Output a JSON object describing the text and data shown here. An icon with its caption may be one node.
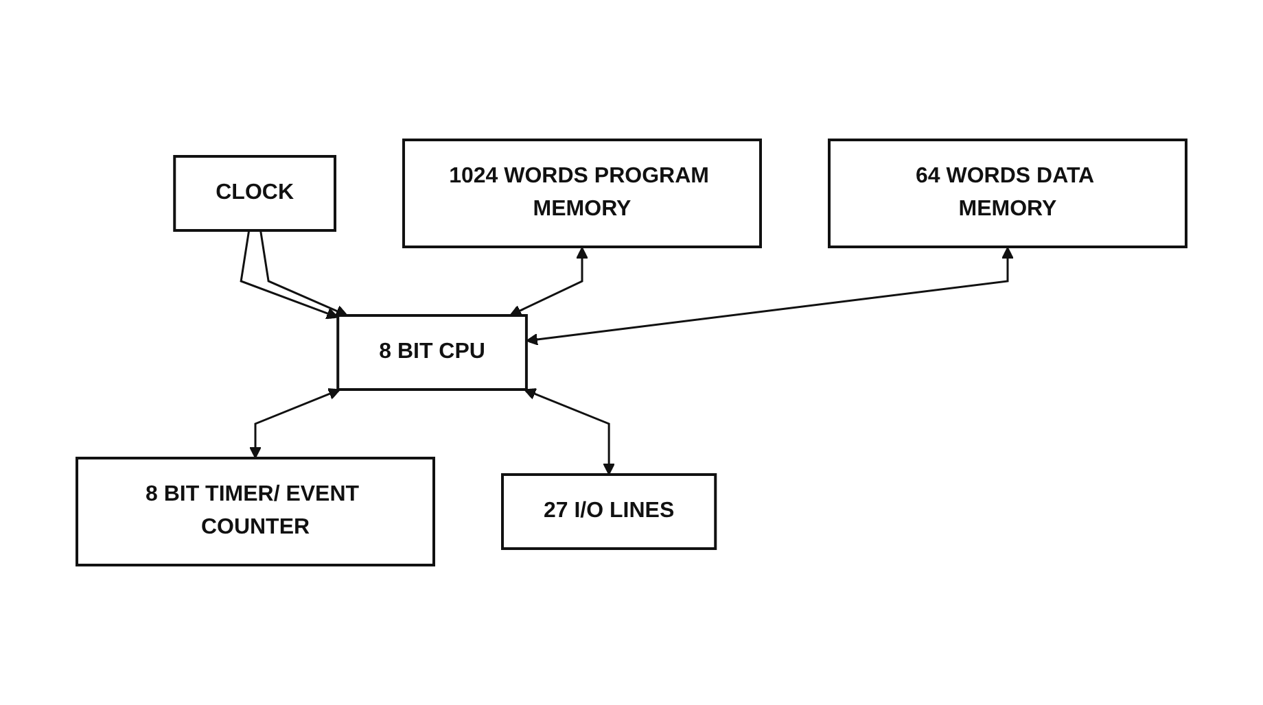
{
  "diagram": {
    "nodes": [
      {
        "text": [
          "CLOCK"
        ]
      },
      {
        "text": [
          "1024 WORDS PROGRAM MEMORY"
        ]
      },
      {
        "text": [
          "64 WORDS DATA MEMORY"
        ]
      },
      {
        "text": [
          "8 BIT CPU"
        ]
      },
      {
        "text": [
          "8 BIT TIMER/ EVENT COUNTER"
        ]
      },
      {
        "text": [
          "27 I/O LINES"
        ]
      }
    ],
    "edges": [
      {
        "from": 0,
        "to": 3,
        "arrow": "to"
      },
      {
        "from": 0,
        "to": 3,
        "arrow": "to"
      },
      {
        "from": 1,
        "to": 3,
        "arrow": "both"
      },
      {
        "from": 2,
        "to": 3,
        "arrow": "both"
      },
      {
        "from": 3,
        "to": 4,
        "arrow": "both"
      },
      {
        "from": 3,
        "to": 5,
        "arrow": "both"
      }
    ]
  }
}
